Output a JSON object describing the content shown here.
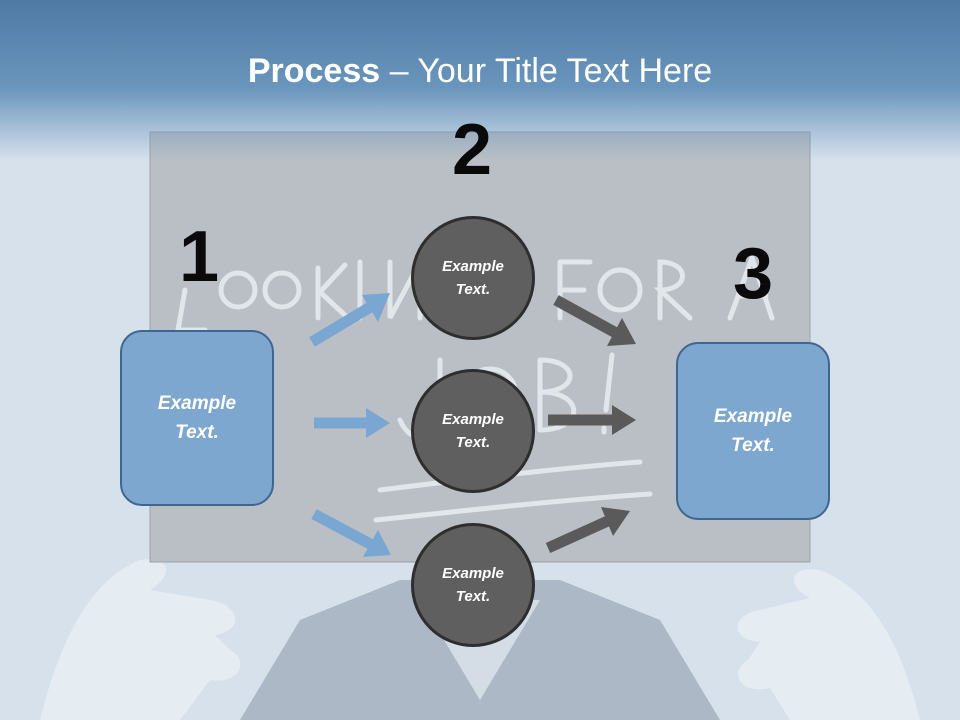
{
  "slide": {
    "title_bold": "Process",
    "title_rest": " – Your Title Text Here"
  },
  "steps": {
    "one": "1",
    "two": "2",
    "three": "3"
  },
  "boxes": {
    "left": "Example Text.",
    "right": "Example Text."
  },
  "circles": {
    "top": "Example Text.",
    "middle": "Example Text.",
    "bottom": "Example Text."
  },
  "colors": {
    "box_fill": "#7ea7cf",
    "box_border": "#3f6690",
    "circle_fill": "#5f5f5f",
    "blue_arrow": "#7aa6d2",
    "gray_arrow": "#5a5a5a"
  },
  "background_image": "person holding a sheet with handwritten text"
}
